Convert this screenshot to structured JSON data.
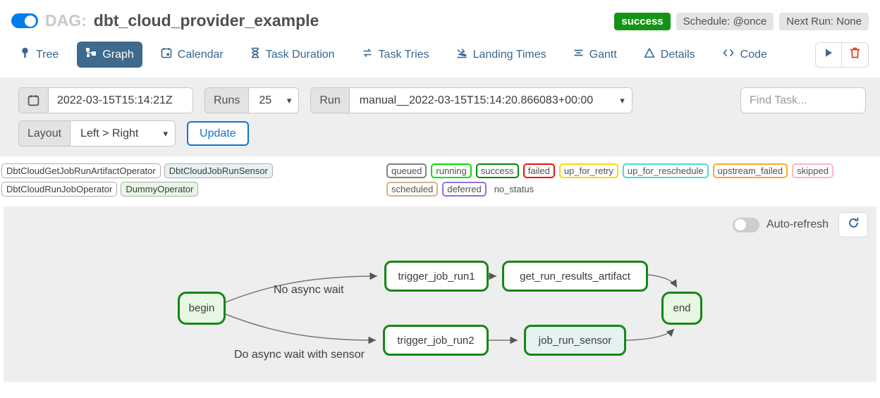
{
  "icons": {
    "chevron_down": "▾"
  },
  "colors": {
    "accent_blue": "#017cee",
    "tab_blue": "#3e6a8d",
    "update_blue": "#1275d1",
    "success_green": "#149414",
    "node_border_green": "#148814",
    "danger_red": "#e43921",
    "panel_gray": "#eeeeee"
  },
  "header": {
    "dag_prefix": "DAG:",
    "dag_title": "dbt_cloud_provider_example",
    "status_badge": "success",
    "schedule_badge": "Schedule: @once",
    "next_run_badge": "Next Run: None"
  },
  "tabs": [
    {
      "label": "Tree",
      "icon": "tree-icon",
      "active": false
    },
    {
      "label": "Graph",
      "icon": "graph-icon",
      "active": true
    },
    {
      "label": "Calendar",
      "icon": "calendar-icon",
      "active": false
    },
    {
      "label": "Task Duration",
      "icon": "hourglass-icon",
      "active": false
    },
    {
      "label": "Task Tries",
      "icon": "retry-arrows-icon",
      "active": false
    },
    {
      "label": "Landing Times",
      "icon": "plane-landing-icon",
      "active": false
    },
    {
      "label": "Gantt",
      "icon": "gantt-bars-icon",
      "active": false
    },
    {
      "label": "Details",
      "icon": "triangle-icon",
      "active": false
    },
    {
      "label": "Code",
      "icon": "code-icon",
      "active": false
    }
  ],
  "filters": {
    "base_date_value": "2022-03-15T15:14:21Z",
    "runs_label": "Runs",
    "runs_value": "25",
    "run_label": "Run",
    "run_value": "manual__2022-03-15T15:14:20.866083+00:00",
    "find_task_placeholder": "Find Task...",
    "layout_label": "Layout",
    "layout_value": "Left > Right",
    "update_label": "Update"
  },
  "legend": {
    "operators": [
      {
        "label": "DbtCloudGetJobRunArtifactOperator",
        "fill": "#ffffff"
      },
      {
        "label": "DbtCloudJobRunSensor",
        "fill": "#e6f1f2"
      },
      {
        "label": "DbtCloudRunJobOperator",
        "fill": "#ffffff"
      },
      {
        "label": "DummyOperator",
        "fill": "#e8f7e4"
      }
    ],
    "statuses": [
      {
        "label": "queued",
        "color": "#808080"
      },
      {
        "label": "running",
        "color": "#00e400"
      },
      {
        "label": "success",
        "color": "#0a800a"
      },
      {
        "label": "failed",
        "color": "#ee1111"
      },
      {
        "label": "up_for_retry",
        "color": "#ffd700"
      },
      {
        "label": "up_for_reschedule",
        "color": "#40e0d0"
      },
      {
        "label": "upstream_failed",
        "color": "#ffa726"
      },
      {
        "label": "skipped",
        "color": "#ffb6c6"
      },
      {
        "label": "scheduled",
        "color": "#d2b48c"
      },
      {
        "label": "deferred",
        "color": "#9370db"
      },
      {
        "label": "no_status",
        "color": "none"
      }
    ]
  },
  "graph": {
    "auto_refresh_label": "Auto-refresh",
    "auto_refresh_on": false,
    "nodes": [
      {
        "id": "begin",
        "label": "begin",
        "type": "DummyOperator",
        "state": "success"
      },
      {
        "id": "trigger_job_run1",
        "label": "trigger_job_run1",
        "type": "DbtCloudRunJobOperator",
        "state": "success"
      },
      {
        "id": "get_run_results_artifact",
        "label": "get_run_results_artifact",
        "type": "DbtCloudGetJobRunArtifactOperator",
        "state": "success"
      },
      {
        "id": "end",
        "label": "end",
        "type": "DummyOperator",
        "state": "success"
      },
      {
        "id": "trigger_job_run2",
        "label": "trigger_job_run2",
        "type": "DbtCloudRunJobOperator",
        "state": "success"
      },
      {
        "id": "job_run_sensor",
        "label": "job_run_sensor",
        "type": "DbtCloudJobRunSensor",
        "state": "success"
      }
    ],
    "edges": [
      {
        "from": "begin",
        "to": "trigger_job_run1",
        "label": "No async wait"
      },
      {
        "from": "begin",
        "to": "trigger_job_run2",
        "label": "Do async wait with sensor"
      },
      {
        "from": "trigger_job_run1",
        "to": "get_run_results_artifact",
        "label": ""
      },
      {
        "from": "get_run_results_artifact",
        "to": "end",
        "label": ""
      },
      {
        "from": "trigger_job_run2",
        "to": "job_run_sensor",
        "label": ""
      },
      {
        "from": "job_run_sensor",
        "to": "end",
        "label": ""
      }
    ]
  }
}
